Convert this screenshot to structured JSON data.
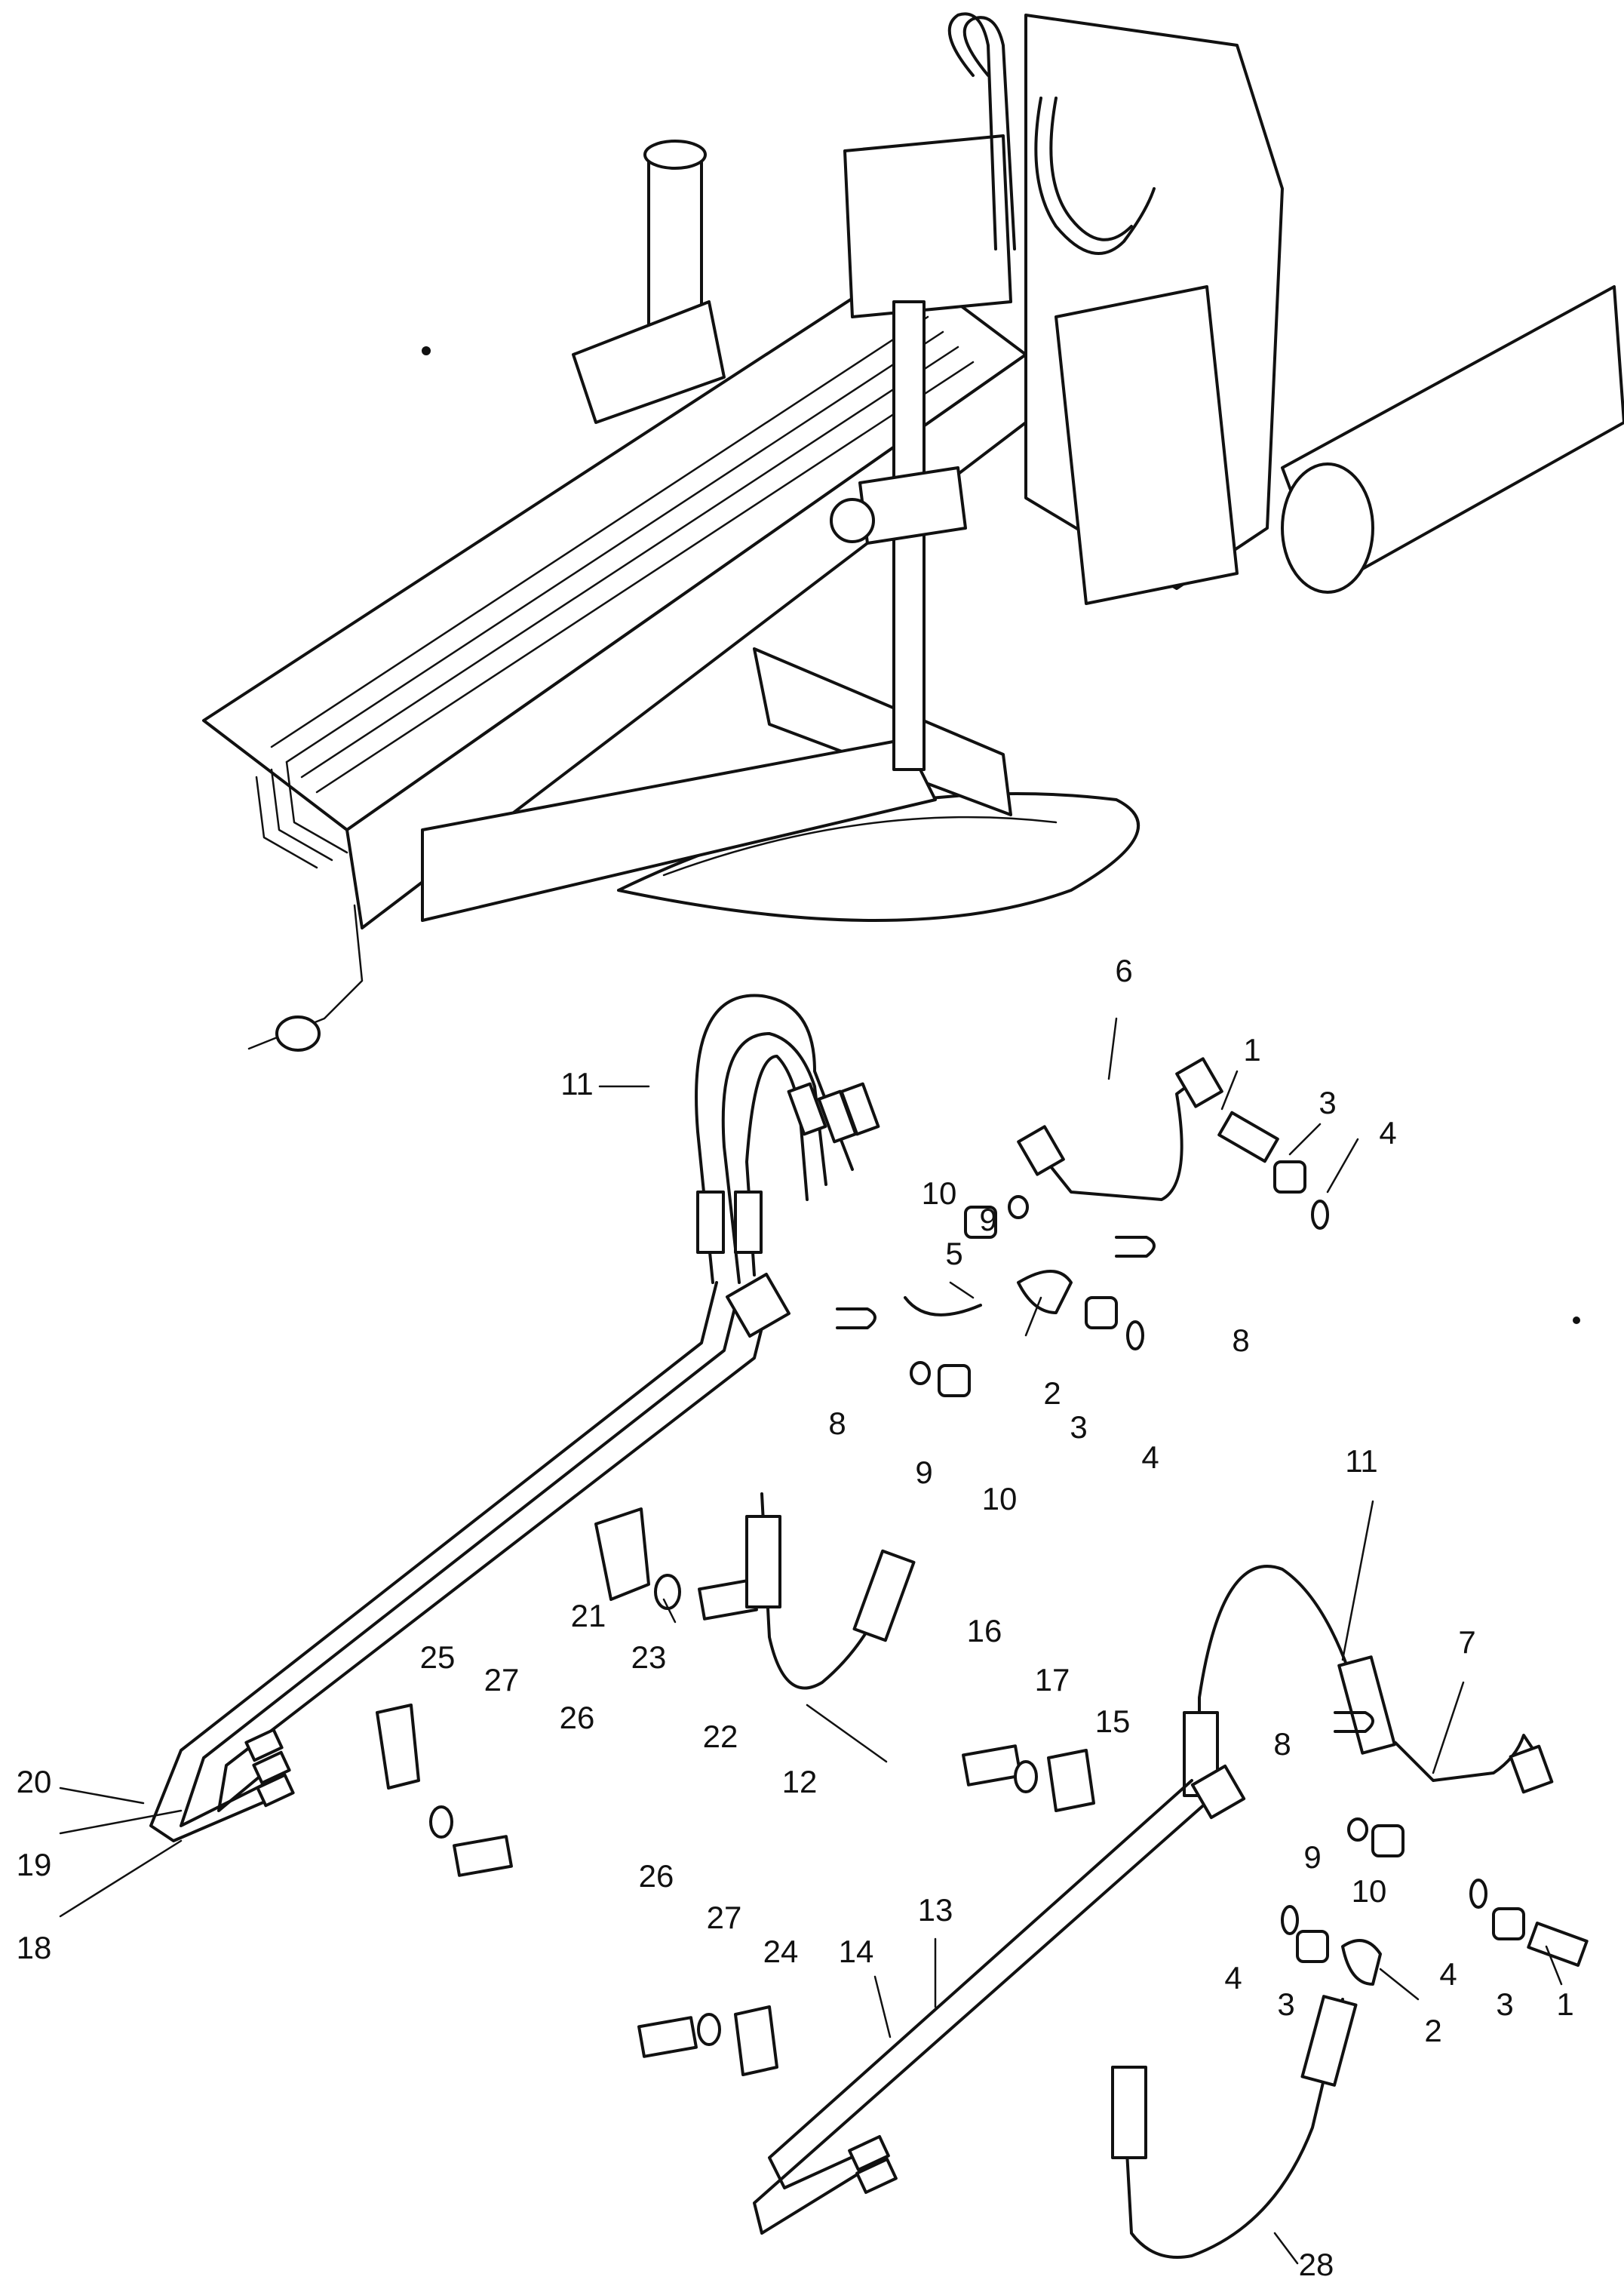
{
  "callouts": {
    "c1a": "1",
    "c1b": "1",
    "c2a": "2",
    "c2b": "2",
    "c3a": "3",
    "c3b": "3",
    "c3c": "3",
    "c3d": "3",
    "c4a": "4",
    "c4b": "4",
    "c4c": "4",
    "c4d": "4",
    "c5": "5",
    "c6": "6",
    "c7": "7",
    "c8a": "8",
    "c8b": "8",
    "c8c": "8",
    "c9a": "9",
    "c9b": "9",
    "c9c": "9",
    "c10a": "10",
    "c10b": "10",
    "c10c": "10",
    "c11a": "11",
    "c11b": "11",
    "c12": "12",
    "c13": "13",
    "c14": "14",
    "c15": "15",
    "c16": "16",
    "c17": "17",
    "c18": "18",
    "c19": "19",
    "c20": "20",
    "c21": "21",
    "c22": "22",
    "c23": "23",
    "c24": "24",
    "c25": "25",
    "c26a": "26",
    "c26b": "26",
    "c27a": "27",
    "c27b": "27",
    "c28": "28"
  }
}
